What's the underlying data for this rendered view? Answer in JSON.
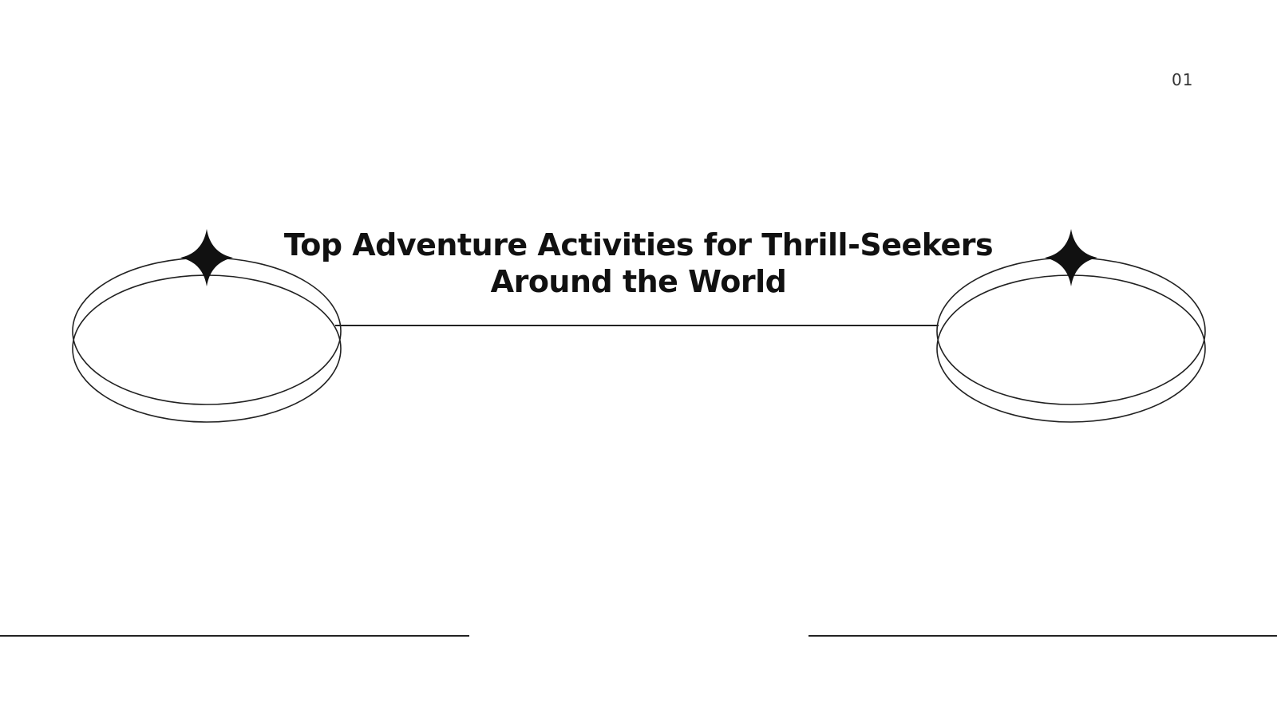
{
  "slide": {
    "title": "Top Adventure Activities for Thrill-Seekers Around the World",
    "page_number": "01"
  },
  "decorations": {
    "left_ornament": "ring-with-sparkle",
    "right_ornament": "ring-with-sparkle",
    "sparkle_icon": "four-point-star-icon"
  },
  "colors": {
    "background": "#ffffff",
    "text": "#111111",
    "line": "#222222"
  }
}
